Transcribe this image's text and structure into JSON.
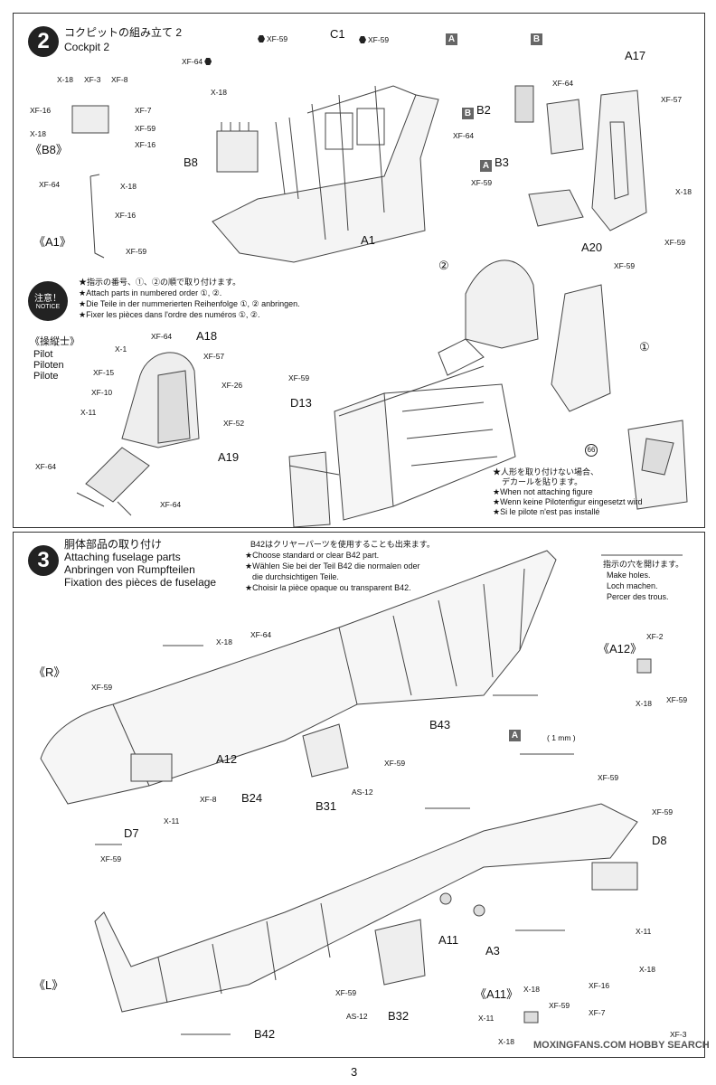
{
  "step2": {
    "number": "2",
    "title_ja": "コクピットの組み立て 2",
    "title_en": "Cockpit 2",
    "b8_label": "《B8》",
    "a1_label": "《A1》",
    "b8_part": "B8",
    "a1_part": "A1",
    "c1_part": "C1",
    "a17_part": "A17",
    "b2_part": "B2",
    "b3_part": "B3",
    "a20_part": "A20",
    "a18_part": "A18",
    "a19_part": "A19",
    "d13_part": "D13",
    "box_a": "A",
    "box_b": "B",
    "notice_badge": "注意！",
    "notice_badge_en": "NOTICE",
    "notice_lines": [
      "★指示の番号、①、②の順で取り付けます。",
      "★Attach parts in numbered order ①, ②.",
      "★Die Teile in der nummerierten Reihenfolge ①, ② anbringen.",
      "★Fixer les pièces dans l'ordre des numéros ①, ②."
    ],
    "pilot_title": [
      "《操縦士》",
      "Pilot",
      "Piloten",
      "Pilote"
    ],
    "circle_1": "①",
    "circle_2": "②",
    "circle_66": "66",
    "no_pilot_note": [
      "★人形を取り付けない場合、",
      "デカールを貼ります。",
      "★When not attaching figure",
      "★Wenn keine Pilotenfigur eingesetzt wird",
      "★Si le pilote n'est pas installé"
    ],
    "paints": {
      "xf59": "XF-59",
      "xf64": "XF-64",
      "x18": "X-18",
      "xf3": "XF-3",
      "xf8": "XF-8",
      "xf7": "XF-7",
      "xf16": "XF-16",
      "xf57": "XF-57",
      "x1": "X-1",
      "xf15": "XF-15",
      "xf10": "XF-10",
      "xf26": "XF-26",
      "x11": "X-11",
      "xf52": "XF-52"
    }
  },
  "step3": {
    "number": "3",
    "title_ja": "胴体部品の取り付け",
    "title_en": "Attaching fuselage parts",
    "title_de": "Anbringen von Rumpfteilen",
    "title_fr": "Fixation des pièces de fuselage",
    "clear_note": [
      "B42はクリヤーパーツを使用することも出来ます。",
      "★Choose standard or clear B42 part.",
      "★Wählen Sie bei der Teil B42 die normalen oder",
      "die durchsichtigen Teile.",
      "★Choisir la pièce opaque ou transparent B42."
    ],
    "holes_note": [
      "指示の穴を開けます。",
      "Make holes.",
      "Loch machen.",
      "Percer des trous."
    ],
    "r_label": "《R》",
    "l_label": "《L》",
    "a12_label": "《A12》",
    "a11_label": "《A11》",
    "box_a": "A",
    "drill": "( 1 mm )",
    "parts": {
      "a12": "A12",
      "b24": "B24",
      "b31": "B31",
      "d7": "D7",
      "b43": "B43",
      "d8": "D8",
      "a11": "A11",
      "a3": "A3",
      "b32": "B32",
      "b42": "B42"
    },
    "paints": {
      "x18": "X-18",
      "xf64": "XF-64",
      "xf59": "XF-59",
      "xf8": "XF-8",
      "x11": "X-11",
      "as12": "AS-12",
      "xf2": "XF-2",
      "xf16": "XF-16",
      "xf7": "XF-7",
      "xf3": "XF-3"
    }
  },
  "page_number": "3",
  "watermark": "MOXINGFANS.COM  HOBBY SEARCH"
}
